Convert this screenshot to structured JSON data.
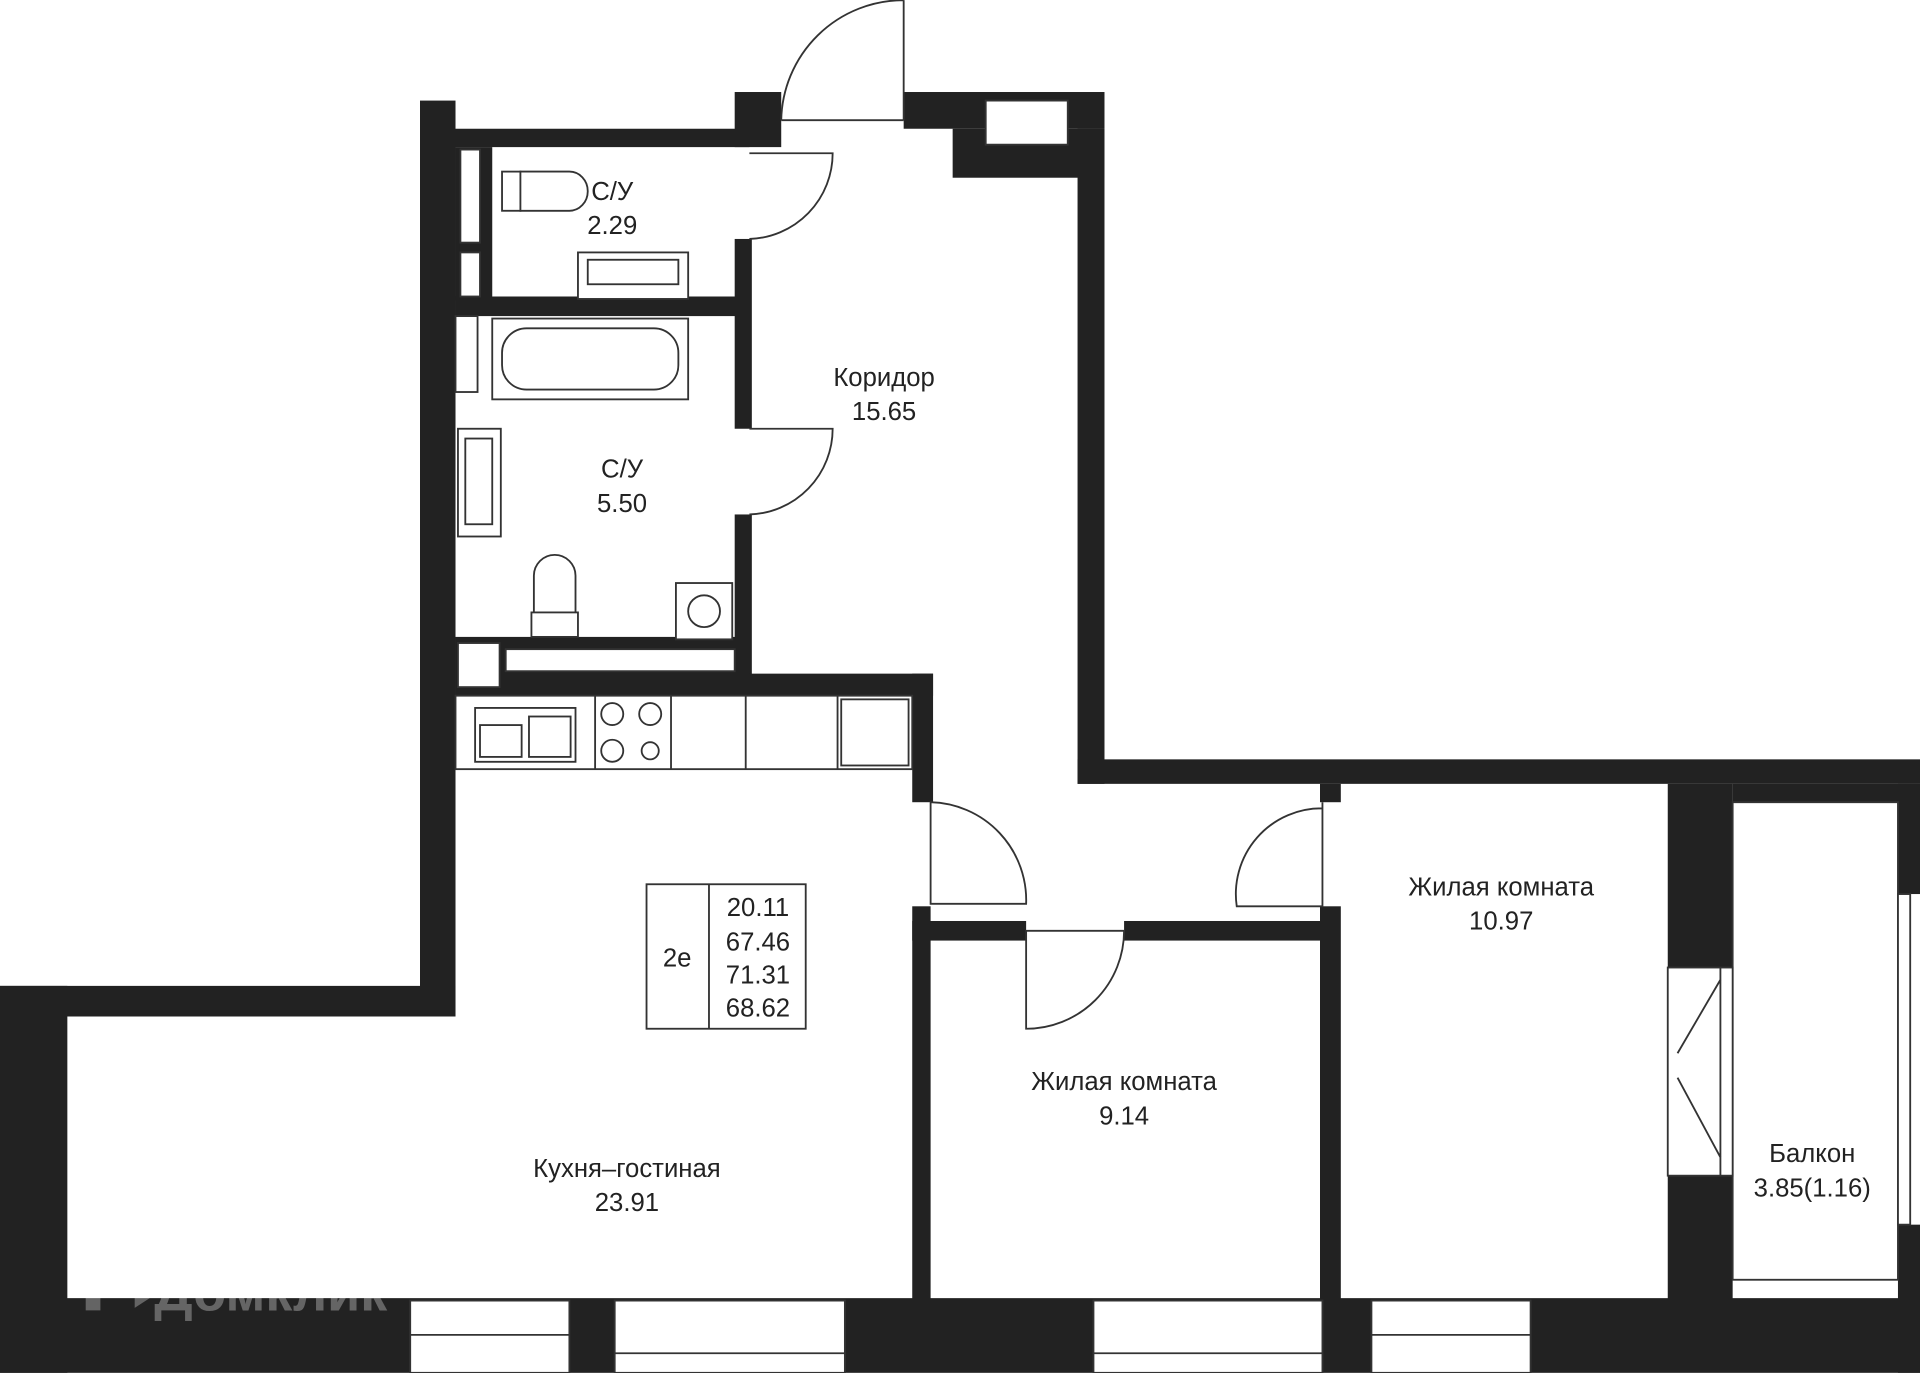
{
  "rooms": [
    {
      "name": "С/У",
      "area": "2.29"
    },
    {
      "name": "С/У",
      "area": "5.50"
    },
    {
      "name": "Коридор",
      "area": "15.65"
    },
    {
      "name": "Кухня–гостиная",
      "area": "23.91"
    },
    {
      "name": "Жилая комната",
      "area": "9.14"
    },
    {
      "name": "Жилая комната",
      "area": "10.97"
    },
    {
      "name": "Балкон",
      "area": "3.85(1.16)"
    }
  ],
  "info_box": {
    "type": "2е",
    "values": [
      "20.11",
      "67.46",
      "71.31",
      "68.62"
    ]
  },
  "watermark": "Домклик",
  "colors": {
    "wall": "#222222",
    "background": "#ffffff"
  }
}
